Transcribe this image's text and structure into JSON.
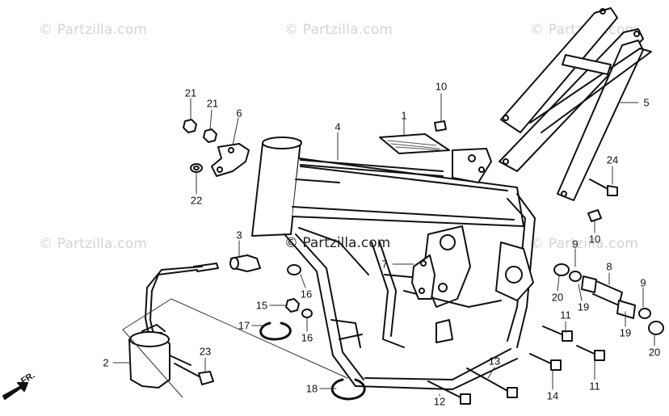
{
  "watermark": "© Partzilla.com",
  "center_watermark": "© Partzilla.com",
  "direction_label": "FR.",
  "callouts": [
    "1",
    "2",
    "3",
    "4",
    "5",
    "6",
    "7",
    "8",
    "9",
    "9",
    "10",
    "10",
    "11",
    "11",
    "12",
    "13",
    "14",
    "15",
    "16",
    "16",
    "17",
    "18",
    "19",
    "19",
    "20",
    "20",
    "21",
    "21",
    "22",
    "23",
    "24"
  ]
}
